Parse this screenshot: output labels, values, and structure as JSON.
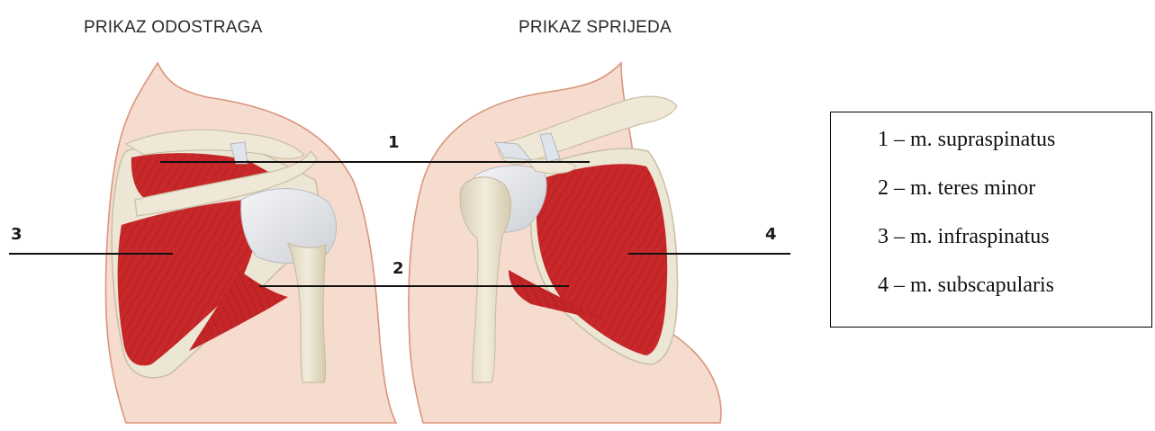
{
  "titles": {
    "back_view": "PRIKAZ ODOSTRAGA",
    "front_view": "PRIKAZ SPRIJEDA"
  },
  "labels": {
    "n1": "1",
    "n2": "2",
    "n3": "3",
    "n4": "4"
  },
  "legend": {
    "items": [
      "1 – m. supraspinatus",
      "2 – m. teres minor",
      "3 – m. infraspinatus",
      "4 – m. subscapularis"
    ]
  },
  "colors": {
    "muscle": "#c8282a",
    "bone": "#ece6d4",
    "skin": "#f6dccf",
    "tendon": "#e4e6ea",
    "outline": "#d9957c"
  }
}
